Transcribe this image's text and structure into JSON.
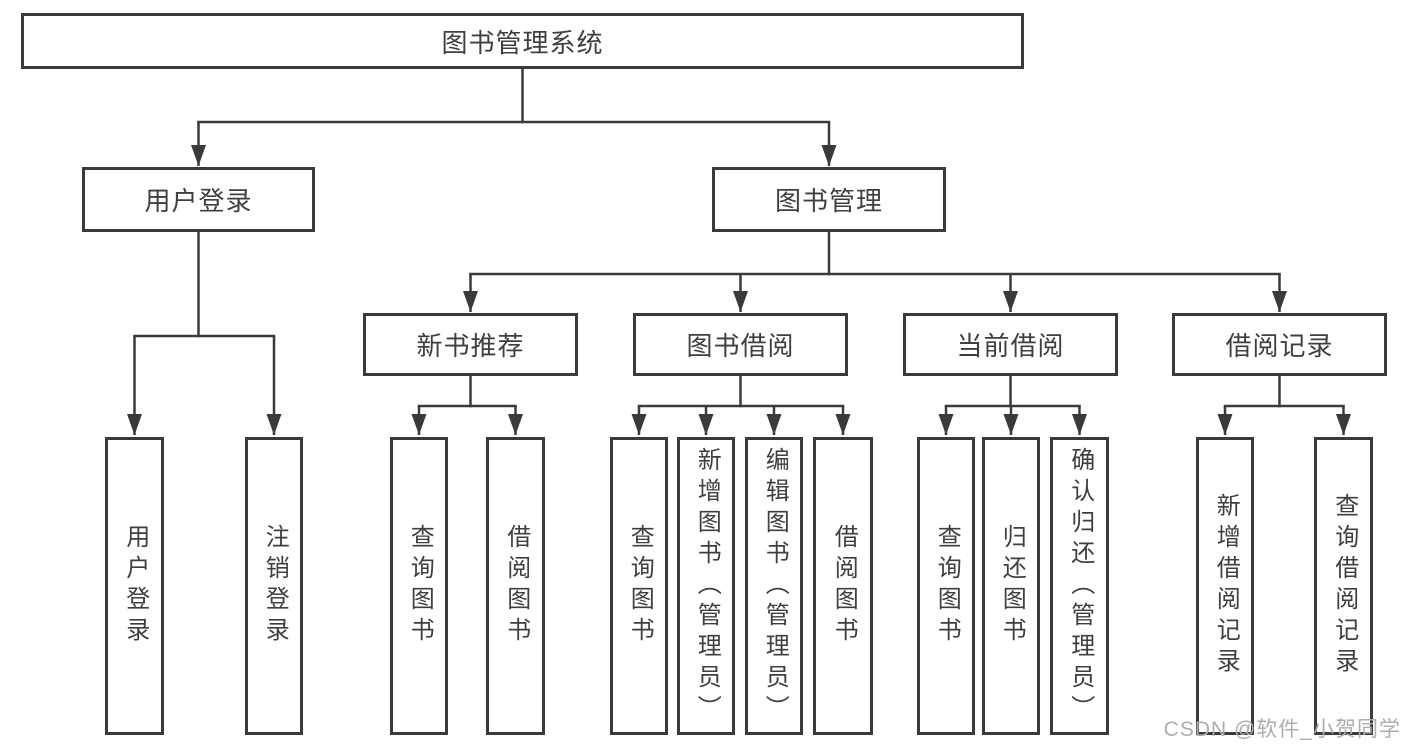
{
  "watermark": "CSDN @软件_小贺同学",
  "colors": {
    "line": "#3a3a3a",
    "box_border": "#3a3a3a",
    "text": "#3f3f3f",
    "background": "#ffffff",
    "watermark": "#adadad"
  },
  "nodes": {
    "root": "图书管理系统",
    "user_login": "用户登录",
    "book_mgmt": "图书管理",
    "ul_login": "用户登录",
    "ul_logout": "注销登录",
    "new_book": "新书推荐",
    "book_borrow": "图书借阅",
    "current_borrow": "当前借阅",
    "borrow_record": "借阅记录",
    "nb_query": "查询图书",
    "nb_borrow": "借阅图书",
    "bb_query": "查询图书",
    "bb_add": "新增图书（管理员）",
    "bb_edit": "编辑图书（管理员）",
    "bb_borrow": "借阅图书",
    "cb_query": "查询图书",
    "cb_return": "归还图书",
    "cb_confirm": "确认归还（管理员）",
    "br_add": "新增借阅记录",
    "br_query": "查询借阅记录"
  },
  "hierarchy": {
    "图书管理系统": {
      "用户登录": [
        "用户登录",
        "注销登录"
      ],
      "图书管理": {
        "新书推荐": [
          "查询图书",
          "借阅图书"
        ],
        "图书借阅": [
          "查询图书",
          "新增图书（管理员）",
          "编辑图书（管理员）",
          "借阅图书"
        ],
        "当前借阅": [
          "查询图书",
          "归还图书",
          "确认归还（管理员）"
        ],
        "借阅记录": [
          "新增借阅记录",
          "查询借阅记录"
        ]
      }
    }
  }
}
